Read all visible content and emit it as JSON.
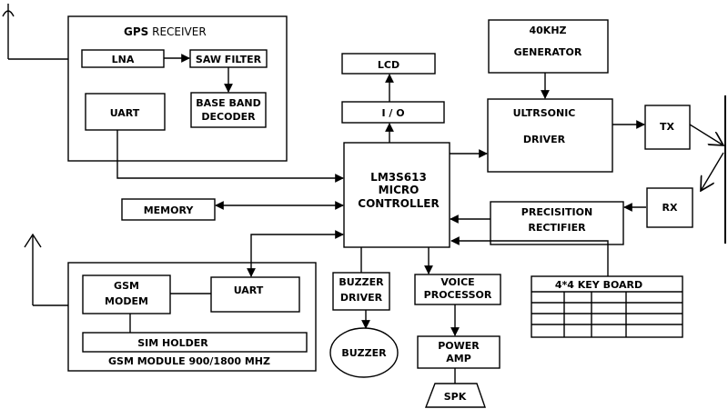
{
  "gps": {
    "title_bold": "GPS",
    "title_rest": " RECEIVER",
    "lna": "LNA",
    "saw_filter": "SAW FILTER",
    "base_band_1": "BASE BAND",
    "base_band_2": "DECODER",
    "uart": "UART"
  },
  "lcd": "LCD",
  "io": "I / O",
  "generator": {
    "line1": "40KHZ",
    "line2": "GENERATOR"
  },
  "ultrasonic": {
    "line1": "ULTRSONIC",
    "line2": "DRIVER"
  },
  "tx": "TX",
  "rx": "RX",
  "mcu": {
    "line1": "LM3S613",
    "line2": "MICRO",
    "line3": "CONTROLLER"
  },
  "memory": "MEMORY",
  "rectifier": {
    "line1": "PRECISITION",
    "line2": "RECTIFIER"
  },
  "gsm": {
    "modem_1": "GSM",
    "modem_2": "MODEM",
    "uart": "UART",
    "sim_holder": "SIM HOLDER",
    "module_label": "GSM MODULE 900/1800 MHZ"
  },
  "buzzer_driver": {
    "line1": "BUZZER",
    "line2": "DRIVER"
  },
  "buzzer": "BUZZER",
  "voice_processor": {
    "line1": "VOICE",
    "line2": "PROCESSOR"
  },
  "power_amp": {
    "line1": "POWER",
    "line2": "AMP"
  },
  "spk": "SPK",
  "keyboard": "4*4 KEY BOARD"
}
